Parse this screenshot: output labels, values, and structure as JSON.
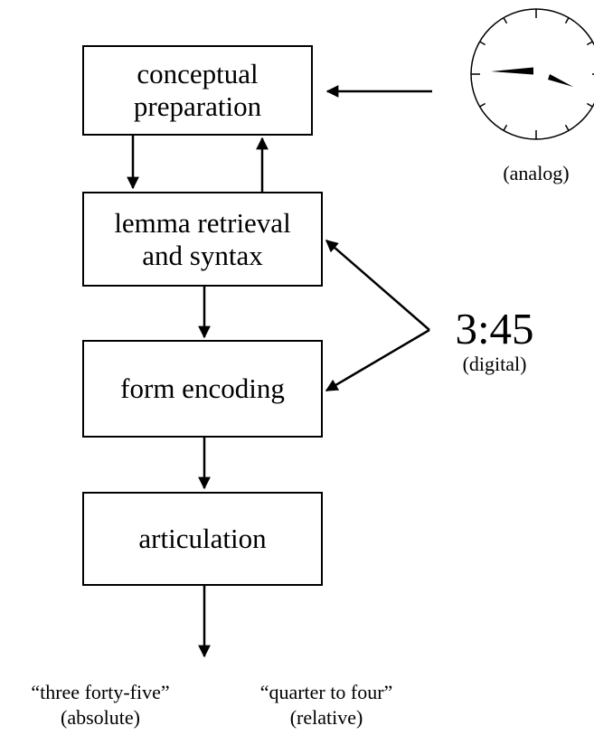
{
  "boxes": {
    "conceptual": "conceptual\npreparation",
    "lemma": "lemma retrieval\nand syntax",
    "form": "form encoding",
    "articulation": "articulation"
  },
  "clock": {
    "analog_caption": "(analog)",
    "digital_time": "3:45",
    "digital_caption": "(digital)"
  },
  "outputs": {
    "absolute_quote": "“three forty-five”",
    "absolute_caption": "(absolute)",
    "relative_quote": "“quarter to four”",
    "relative_caption": "(relative)"
  }
}
